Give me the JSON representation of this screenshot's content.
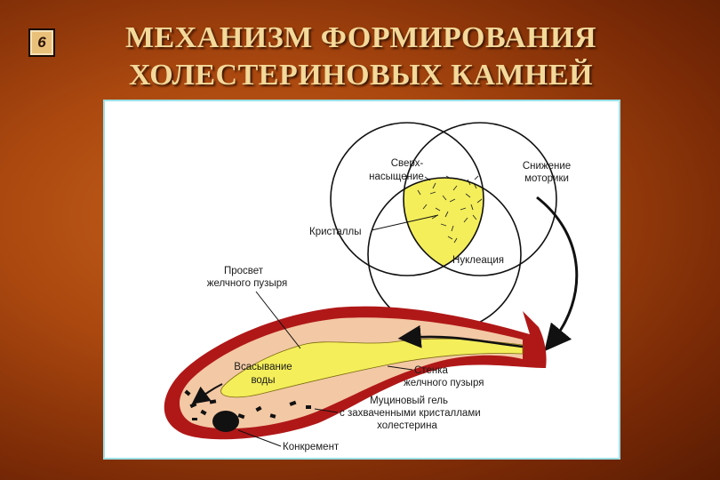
{
  "slide": {
    "number": "6"
  },
  "title": {
    "line1": "МЕХАНИЗМ ФОРМИРОВАНИЯ",
    "line2": "ХОЛЕСТЕРИНОВЫХ КАМНЕЙ"
  },
  "venn": {
    "supersaturation_line1": "Сверх-",
    "supersaturation_line2": "насыщение",
    "motility_line1": "Снижение",
    "motility_line2": "моторики",
    "nucleation": "Нуклеация",
    "crystals": "Кристаллы"
  },
  "gallbladder": {
    "lumen_line1": "Просвет",
    "lumen_line2": "желчного пузыря",
    "absorption_line1": "Всасывание",
    "absorption_line2": "воды",
    "wall_line1": "Стенка",
    "wall_line2": "желчного пузыря",
    "mucin_line1": "Муциновый гель",
    "mucin_line2": "с захваченными кристаллами",
    "mucin_line3": "холестерина",
    "stone": "Конкремент"
  },
  "colors": {
    "accent_yellow": "#f4ee5a",
    "wall_red": "#b01818",
    "wall_fill": "#f3c8a4",
    "title_color": "#f3d99a"
  }
}
